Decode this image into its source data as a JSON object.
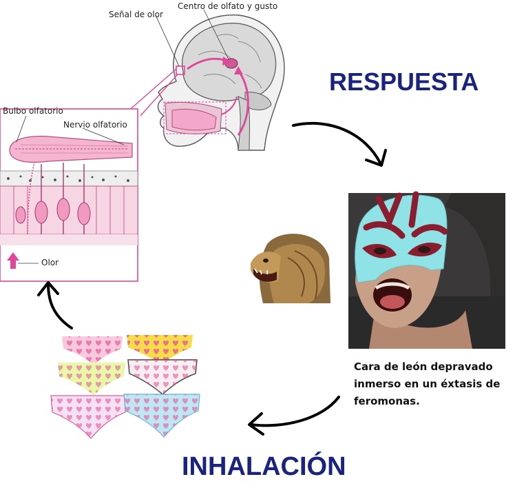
{
  "labels": {
    "senal_olor": "Señal de olor",
    "centro_olfato": "Centro de olfato y gusto",
    "bulbo": "Bulbo olfatorio",
    "nervio": "Nervio olfatorio",
    "olor": "Olor"
  },
  "respuesta": "RESPUESTA",
  "inhalacion": "INHALACIÓN",
  "caption": {
    "line1": "Cara de león depravado",
    "line2": "inmerso en un éxtasis de",
    "line3": "feromonas."
  },
  "colors": {
    "title_blue": "#1a237e",
    "olfactory_pink": "#e0479a",
    "mask_cyan": "#8fe3e6",
    "mask_maroon": "#8a1d2e"
  }
}
